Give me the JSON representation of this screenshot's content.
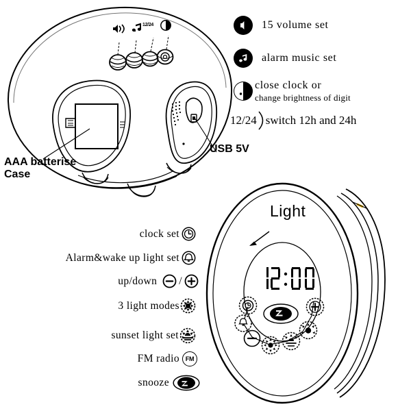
{
  "page": {
    "title": "Sunrise Alarm Clock Light - Button Function Diagram",
    "background_color": "#ffffff",
    "ink_color": "#000000",
    "accent_color": "#e8b100"
  },
  "top_device": {
    "name": "base-underside-illustration",
    "callouts": [
      {
        "id": "battery",
        "text_line1": "AAA batterise",
        "text_line2": "Case"
      },
      {
        "id": "usb",
        "text": "USB 5V"
      }
    ],
    "top_buttons": [
      {
        "id": "volume",
        "icon": "speaker-volume-icon",
        "label": ""
      },
      {
        "id": "music",
        "icon": "music-note-icon",
        "label": ""
      },
      {
        "id": "hour-format",
        "icon": "text-label-icon",
        "label": "12/24"
      },
      {
        "id": "brightness",
        "icon": "half-circle-brightness-icon",
        "label": ""
      }
    ]
  },
  "right_legend": {
    "name": "top-button-legend",
    "items": [
      {
        "icon": "speaker-volume-icon",
        "label": "15 volume set"
      },
      {
        "icon": "music-note-icon",
        "label": "alarm music set"
      },
      {
        "icon": "half-circle-brightness-icon",
        "label": "close clock or",
        "sublabel": "change brightness of digit"
      },
      {
        "icon": "text-1224-icon",
        "icon_text": "12/24",
        "label": "switch 12h and 24h"
      }
    ]
  },
  "bottom_legend": {
    "name": "front-button-legend",
    "items": [
      {
        "label": "clock set",
        "icon": "clock-icon"
      },
      {
        "label": "Alarm&wake up light set",
        "icon": "bell-icon"
      },
      {
        "label": "up/down",
        "icon": "minus-plus-icon",
        "separator": "/"
      },
      {
        "label": "3 light modes",
        "icon": "light-modes-icon"
      },
      {
        "label": "sunset light set",
        "icon": "sunset-icon"
      },
      {
        "label": "FM radio",
        "icon": "fm-icon",
        "icon_text": "FM"
      },
      {
        "label": "snooze",
        "icon": "snooze-icon"
      }
    ]
  },
  "clock_device": {
    "name": "round-clock-illustration",
    "light_label": "Light",
    "display_value": "12:00",
    "display_type": "seven-segment",
    "center_button": {
      "id": "snooze",
      "icon": "snooze-icon"
    },
    "ring_buttons": [
      {
        "id": "clock-set",
        "icon": "clock-icon"
      },
      {
        "id": "alarm-set",
        "icon": "bell-icon"
      },
      {
        "id": "down",
        "icon": "minus-icon"
      },
      {
        "id": "light-modes",
        "icon": "light-modes-icon"
      },
      {
        "id": "sunset",
        "icon": "sunset-icon"
      },
      {
        "id": "fm",
        "icon": "fm-icon"
      },
      {
        "id": "up",
        "icon": "plus-icon"
      }
    ]
  }
}
